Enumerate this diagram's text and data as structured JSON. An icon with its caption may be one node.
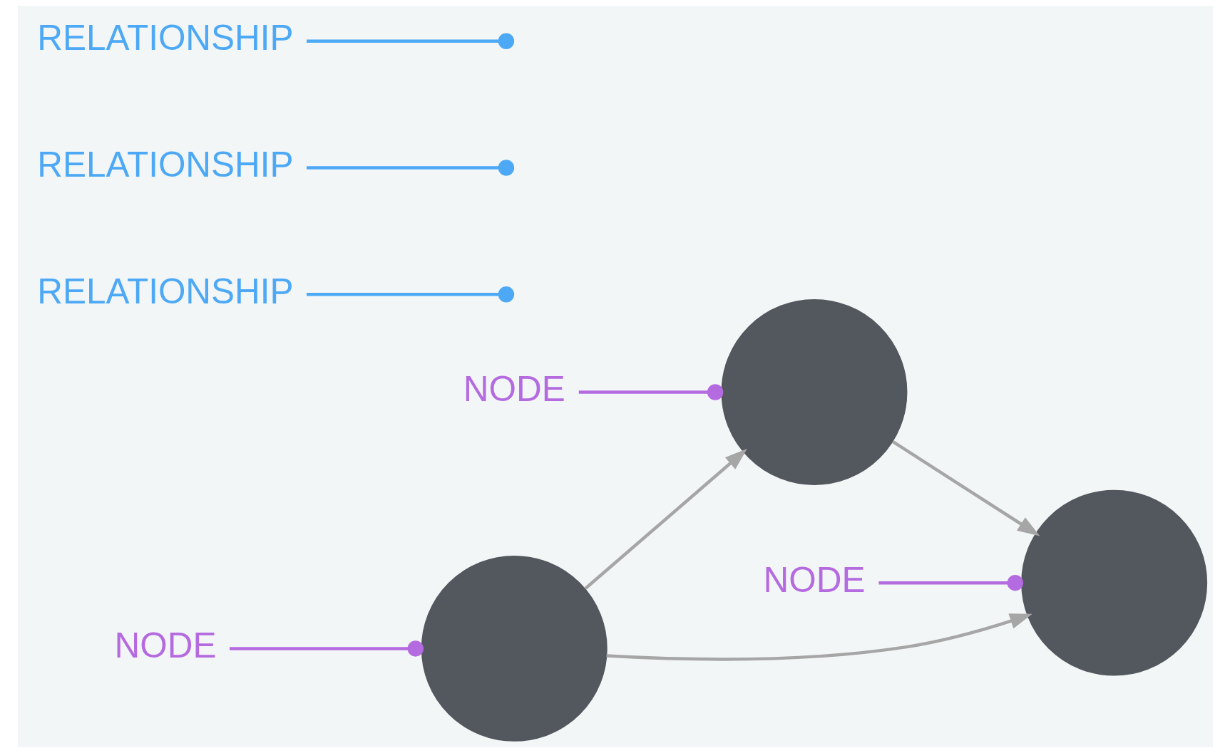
{
  "diagram": {
    "nodes": [
      {
        "text": [
          "NODE"
        ]
      },
      {
        "text": [
          "RELATIONSHIP"
        ]
      },
      {
        "text": [],
        "shape": "circle"
      },
      {
        "text": [],
        "shape": "circle"
      },
      {
        "text": [
          "NODE"
        ]
      },
      {
        "text": [
          "RELATIONSHIP"
        ]
      },
      {
        "text": [],
        "shape": "circle"
      },
      {
        "text": [
          "RELATIONSHIP"
        ]
      },
      {
        "text": [
          "NODE"
        ]
      }
    ],
    "edges": [
      {
        "from": 2,
        "to": 3,
        "arrow": "to",
        "color": "#a6a6a6"
      },
      {
        "from": 6,
        "to": 3,
        "arrow": "to",
        "color": "#a6a6a6"
      },
      {
        "from": 6,
        "to": 2,
        "arrow": "to",
        "color": "#a6a6a6"
      },
      {
        "from": 0,
        "to": 2,
        "arrow": "other",
        "color": "#b56be0"
      },
      {
        "from": 4,
        "to": 3,
        "arrow": "other",
        "color": "#b56be0"
      },
      {
        "from": 8,
        "to": 6,
        "arrow": "other",
        "color": "#b56be0"
      },
      {
        "from": 1,
        "to": null,
        "arrow": "other",
        "color": "#4da9f5"
      },
      {
        "from": 5,
        "to": null,
        "arrow": "other",
        "color": "#4da9f5"
      },
      {
        "from": 7,
        "to": null,
        "arrow": "other",
        "color": "#4da9f5"
      }
    ]
  }
}
